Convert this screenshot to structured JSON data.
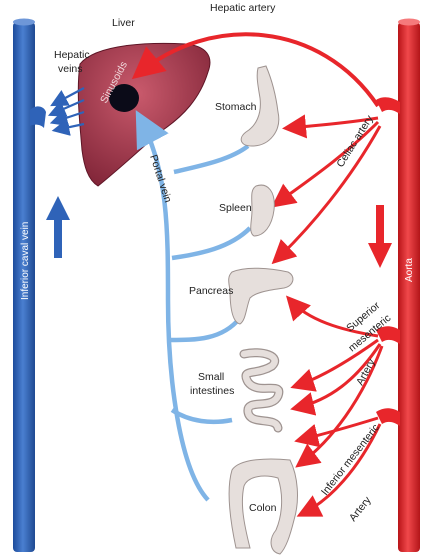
{
  "labels": {
    "hepatic_artery": "Hepatic artery",
    "liver": "Liver",
    "hepatic_veins_line1": "Hepatic",
    "hepatic_veins_line2": "veins",
    "sinusoids": "Sinusoids",
    "stomach": "Stomach",
    "celiac_artery": "Celiac artery",
    "portal_vein": "Portal vein",
    "spleen": "Spleen",
    "inferior_caval_vein": "Inferior caval vein",
    "aorta": "Aorta",
    "pancreas": "Pancreas",
    "superior_mesenteric_line1": "Superior",
    "superior_mesenteric_line2": "mesenteric",
    "superior_mesenteric_line3": "Artery",
    "small_intestines_line1": "Small",
    "small_intestines_line2": "intestines",
    "inferior_mesenteric_line1": "Inferior mesenteric",
    "inferior_mesenteric_line2": "Artery",
    "colon": "Colon"
  },
  "colors": {
    "artery": "#e8262b",
    "vein_blue": "#2f63b8",
    "portal_blue": "#7fb4e6",
    "liver": "#a33a4f",
    "organ": "#e6dfdc"
  }
}
